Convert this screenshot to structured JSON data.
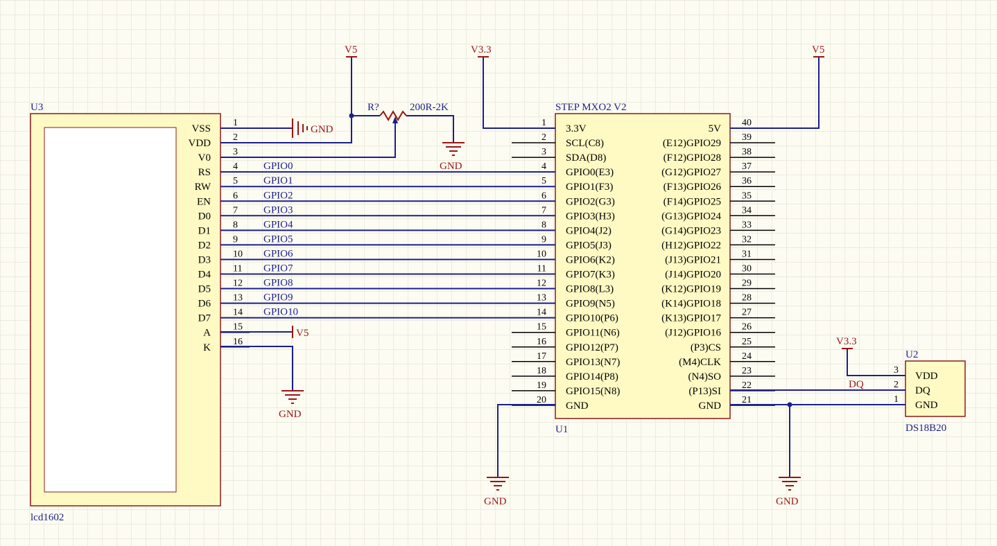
{
  "lcd": {
    "designator": "U3",
    "part": "lcd1602",
    "pins": [
      {
        "num": "1",
        "name": "VSS"
      },
      {
        "num": "2",
        "name": "VDD"
      },
      {
        "num": "3",
        "name": "V0"
      },
      {
        "num": "4",
        "name": "RS"
      },
      {
        "num": "5",
        "name": "RW"
      },
      {
        "num": "6",
        "name": "EN"
      },
      {
        "num": "7",
        "name": "D0"
      },
      {
        "num": "8",
        "name": "D1"
      },
      {
        "num": "9",
        "name": "D2"
      },
      {
        "num": "10",
        "name": "D3"
      },
      {
        "num": "11",
        "name": "D4"
      },
      {
        "num": "12",
        "name": "D5"
      },
      {
        "num": "13",
        "name": "D6"
      },
      {
        "num": "14",
        "name": "D7"
      },
      {
        "num": "15",
        "name": "A"
      },
      {
        "num": "16",
        "name": "K"
      }
    ]
  },
  "mcu": {
    "title": "STEP MXO2 V2",
    "designator": "U1",
    "left_pins": [
      {
        "num": "1",
        "name": "3.3V"
      },
      {
        "num": "2",
        "name": "SCL(C8)"
      },
      {
        "num": "3",
        "name": "SDA(D8)"
      },
      {
        "num": "4",
        "name": "GPIO0(E3)"
      },
      {
        "num": "5",
        "name": "GPIO1(F3)"
      },
      {
        "num": "6",
        "name": "GPIO2(G3)"
      },
      {
        "num": "7",
        "name": "GPIO3(H3)"
      },
      {
        "num": "8",
        "name": "GPIO4(J2)"
      },
      {
        "num": "9",
        "name": "GPIO5(J3)"
      },
      {
        "num": "10",
        "name": "GPIO6(K2)"
      },
      {
        "num": "11",
        "name": "GPIO7(K3)"
      },
      {
        "num": "12",
        "name": "GPIO8(L3)"
      },
      {
        "num": "13",
        "name": "GPIO9(N5)"
      },
      {
        "num": "14",
        "name": "GPIO10(P6)"
      },
      {
        "num": "15",
        "name": "GPIO11(N6)"
      },
      {
        "num": "16",
        "name": "GPIO12(P7)"
      },
      {
        "num": "17",
        "name": "GPIO13(N7)"
      },
      {
        "num": "18",
        "name": "GPIO14(P8)"
      },
      {
        "num": "19",
        "name": "GPIO15(N8)"
      },
      {
        "num": "20",
        "name": "GND"
      }
    ],
    "right_pins": [
      {
        "num": "40",
        "name": "5V"
      },
      {
        "num": "39",
        "name": "(E12)GPIO29"
      },
      {
        "num": "38",
        "name": "(F12)GPIO28"
      },
      {
        "num": "37",
        "name": "(G12)GPIO27"
      },
      {
        "num": "36",
        "name": "(F13)GPIO26"
      },
      {
        "num": "35",
        "name": "(F14)GPIO25"
      },
      {
        "num": "34",
        "name": "(G13)GPIO24"
      },
      {
        "num": "33",
        "name": "(G14)GPIO23"
      },
      {
        "num": "32",
        "name": "(H12)GPIO22"
      },
      {
        "num": "31",
        "name": "(J13)GPIO21"
      },
      {
        "num": "30",
        "name": "(J14)GPIO20"
      },
      {
        "num": "29",
        "name": "(K12)GPIO19"
      },
      {
        "num": "28",
        "name": "(K14)GPIO18"
      },
      {
        "num": "27",
        "name": "(K13)GPIO17"
      },
      {
        "num": "26",
        "name": "(J12)GPIO16"
      },
      {
        "num": "25",
        "name": "(P3)CS"
      },
      {
        "num": "24",
        "name": "(M4)CLK"
      },
      {
        "num": "23",
        "name": "(N4)SO"
      },
      {
        "num": "22",
        "name": "(P13)SI"
      },
      {
        "num": "21",
        "name": "GND"
      }
    ]
  },
  "sensor": {
    "designator": "U2",
    "part": "DS18B20",
    "pins": [
      {
        "num": "3",
        "name": "VDD"
      },
      {
        "num": "2",
        "name": "DQ"
      },
      {
        "num": "1",
        "name": "GND"
      }
    ]
  },
  "pot": {
    "designator": "R?",
    "value": "200R-2K"
  },
  "nets": [
    "GPIO0",
    "GPIO1",
    "GPIO2",
    "GPIO3",
    "GPIO4",
    "GPIO5",
    "GPIO6",
    "GPIO7",
    "GPIO8",
    "GPIO9",
    "GPIO10"
  ],
  "dq_net": "DQ",
  "power": {
    "v5_pot": "V5",
    "v33_mcu": "V3.3",
    "v5_mcu": "V5",
    "v5_backlight": "V5",
    "v33_sensor": "V3.3",
    "gnd_vss": "GND",
    "gnd_pot": "GND",
    "gnd_k": "GND",
    "gnd_mcu": "GND",
    "gnd_sensor": "GND"
  },
  "colors": {
    "wire": "#1a1f8c",
    "power": "#9a1414",
    "body_fill": "#fff9c4",
    "body_border": "#8b1a1a"
  }
}
